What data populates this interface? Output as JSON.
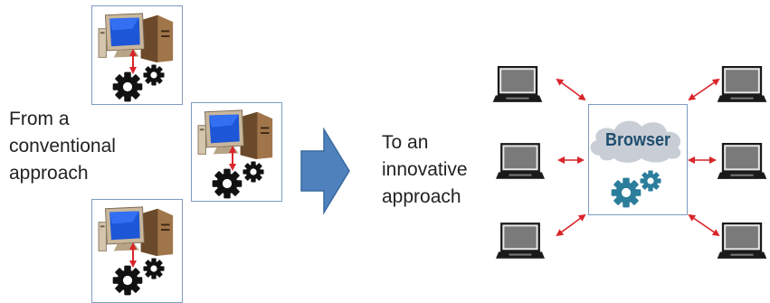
{
  "left_caption": {
    "lines": [
      "From a",
      "conventional",
      "approach"
    ]
  },
  "right_caption": {
    "lines": [
      "To an",
      "innovative",
      "approach"
    ]
  },
  "browser_label": "Browser",
  "colors": {
    "box_border": "#7d9bc1",
    "arrow_red": "#d9252a",
    "flow_arrow_fill": "#4f81bd",
    "cloud_fill": "#c9ced6",
    "browser_text": "#1f4e6e",
    "gear_teal": "#2b7d9b",
    "gear_black": "#111111"
  },
  "icons": [
    "desktop-computer-icon",
    "gears-icon",
    "laptop-icon",
    "cloud-icon",
    "flow-arrow-icon"
  ]
}
